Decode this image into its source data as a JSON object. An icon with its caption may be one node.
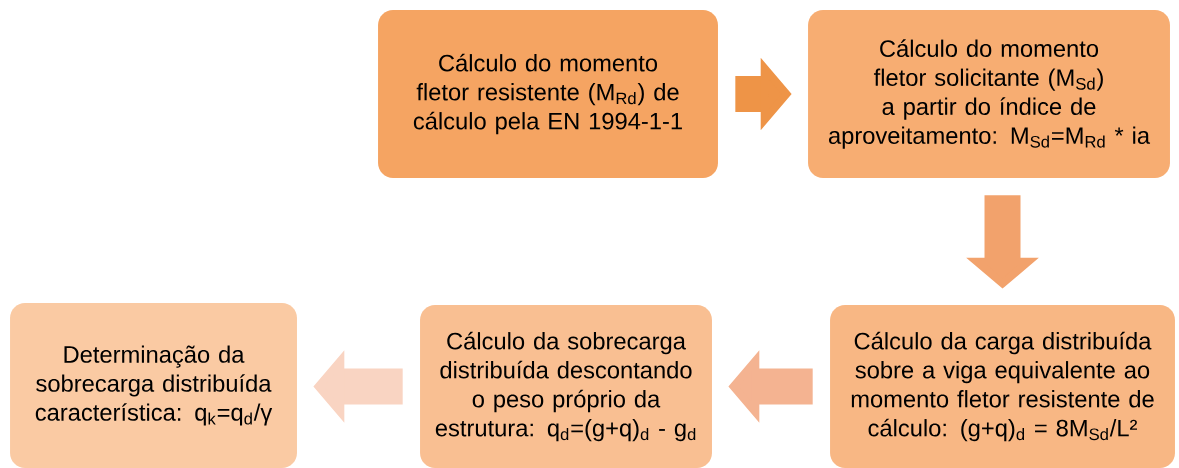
{
  "diagram": {
    "nodes": [
      {
        "text": [
          "Cálculo do momento fletor resistente (M$_{Rd}$) de cálculo pela EN 1994-1-1"
        ]
      },
      {
        "text": [
          "Cálculo do momento fletor solicitante (M$_{Sd}$) a partir do índice de aproveitamento: M$_{Sd}$=M$_{Rd}$ * ia"
        ]
      },
      {
        "text": [
          "Cálculo da carga distribuída sobre a viga equivalente ao momento fletor resistente de cálculo: (g+q)$_{d}$ = 8M$_{Sd}$/L²"
        ]
      },
      {
        "text": [
          "Cálculo da sobrecarga distribuída descontando o peso próprio da estrutura: q$_{d}$=(g+q)$_{d}$ - g$_{d}$"
        ]
      },
      {
        "text": [
          "Determinação da sobrecarga distribuída característica: q$_{k}$=q$_{d}$/γ"
        ]
      }
    ],
    "edges": [
      {
        "from": 0,
        "to": 1,
        "arrow": "to",
        "color": "#ee9447"
      },
      {
        "from": 1,
        "to": 2,
        "arrow": "to",
        "color": "#f2a26c"
      },
      {
        "from": 2,
        "to": 3,
        "arrow": "to",
        "color": "#f4b391"
      },
      {
        "from": 3,
        "to": 4,
        "arrow": "to",
        "color": "#f9d4c2"
      }
    ]
  }
}
